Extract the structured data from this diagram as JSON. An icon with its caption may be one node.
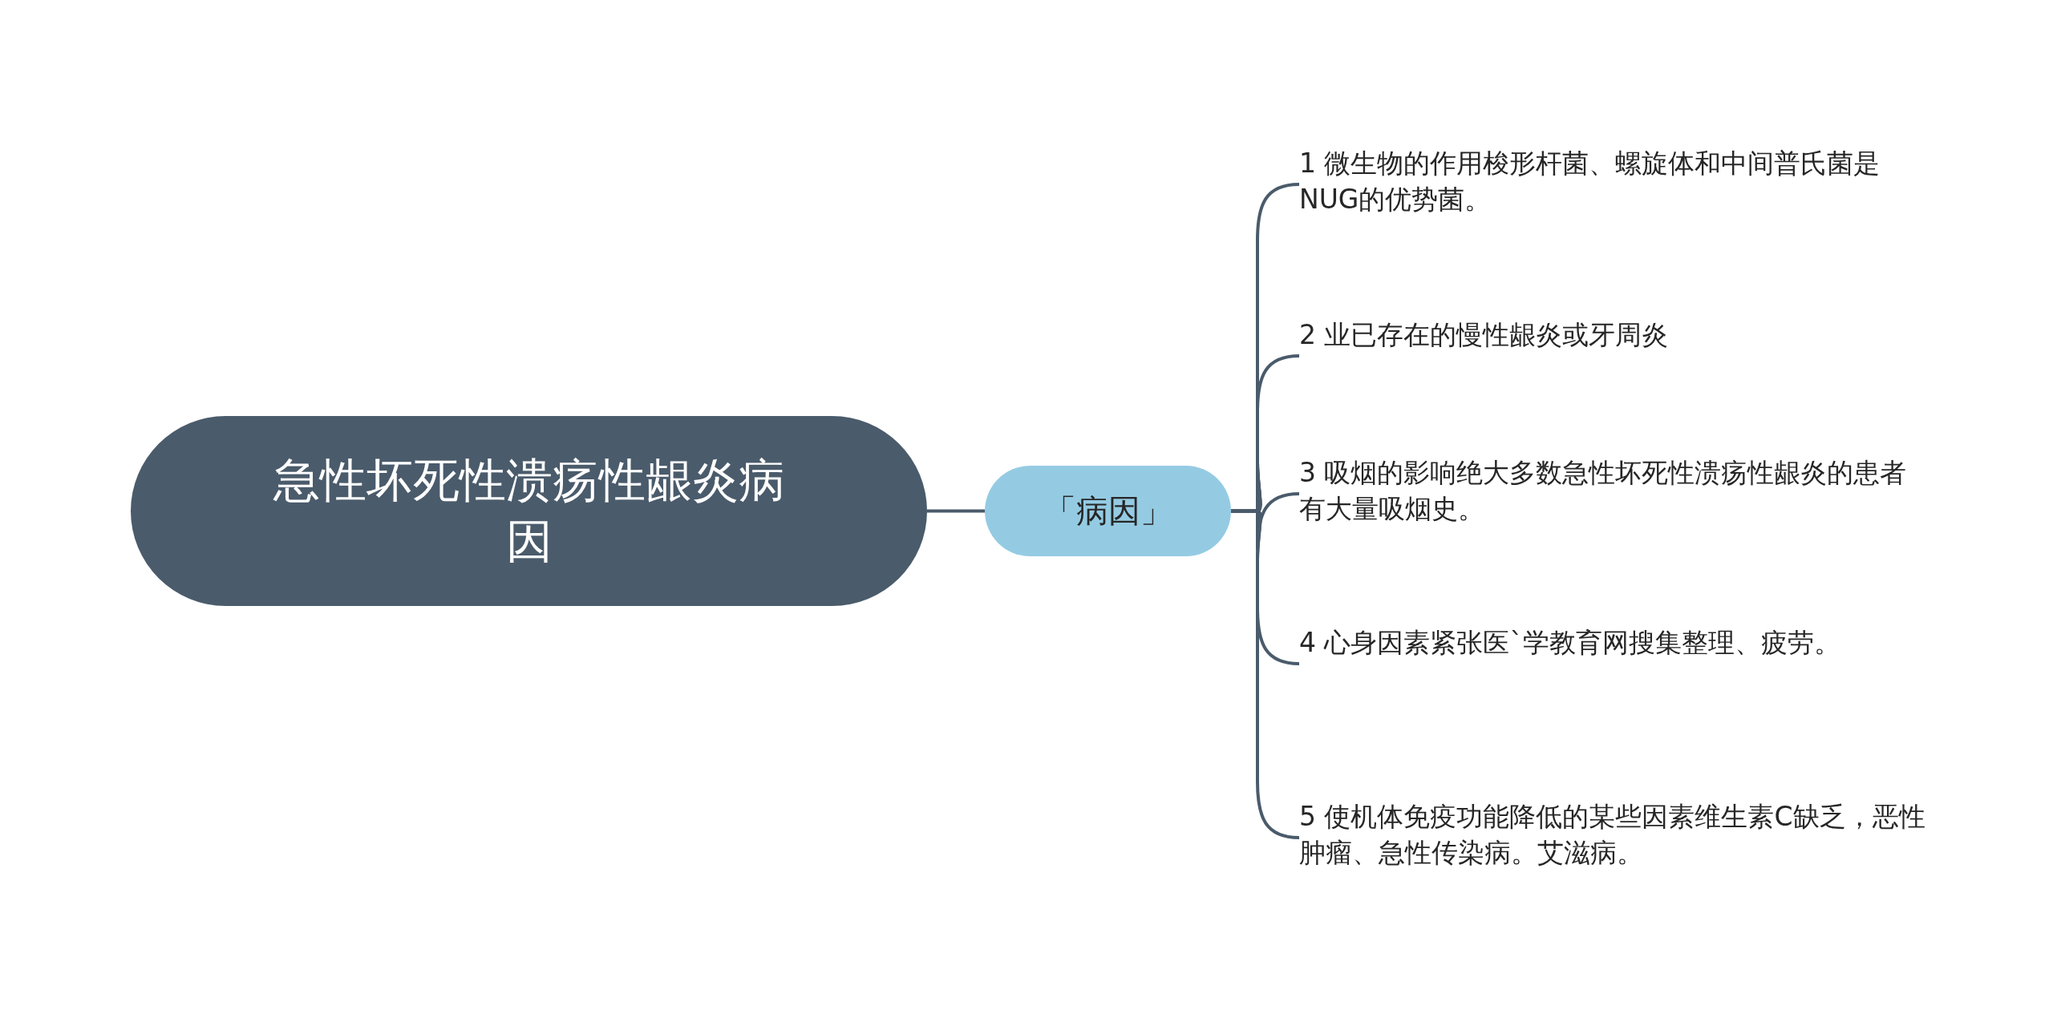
{
  "diagram": {
    "nodes": [
      {
        "text": [
          "急性坏死性溃疡性龈炎病因"
        ]
      },
      {
        "text": [
          "「病因」"
        ]
      },
      {
        "text": [
          "1 微生物的作用梭形杆菌、螺旋体和中间普氏菌是NUG的优势菌。"
        ]
      },
      {
        "text": [
          "2 业已存在的慢性龈炎或牙周炎"
        ]
      },
      {
        "text": [
          "3 吸烟的影响绝大多数急性坏死性溃疡性龈炎的患者有大量吸烟史。"
        ]
      },
      {
        "text": [
          "4 心身因素紧张医`学教育网搜集整理、疲劳。"
        ]
      },
      {
        "text": [
          "5 使机体免疫功能降低的某些因素维生素C缺乏，恶性肿瘤、急性传染病。艾滋病。"
        ]
      }
    ],
    "edges": [
      {
        "from": 0,
        "to": 1,
        "arrow": "none"
      },
      {
        "from": 1,
        "to": 2,
        "arrow": "none"
      },
      {
        "from": 1,
        "to": 3,
        "arrow": "none"
      },
      {
        "from": 1,
        "to": 4,
        "arrow": "none"
      },
      {
        "from": 1,
        "to": 5,
        "arrow": "none"
      },
      {
        "from": 1,
        "to": 6,
        "arrow": "none"
      }
    ]
  }
}
